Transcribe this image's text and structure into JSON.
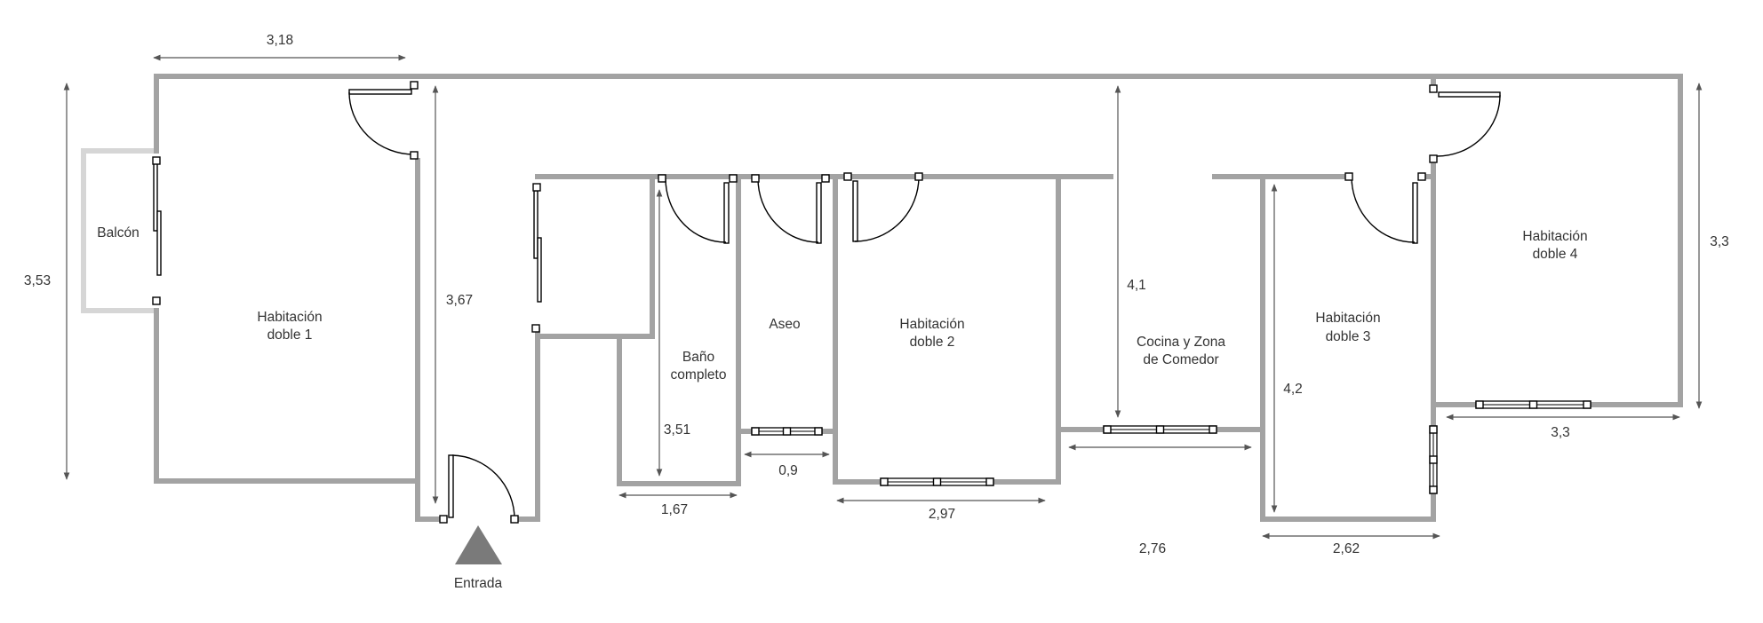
{
  "rooms": {
    "balcon": "Balcón",
    "hab1": [
      "Habitación",
      "doble 1"
    ],
    "bano": [
      "Baño",
      "completo"
    ],
    "aseo": "Aseo",
    "hab2": [
      "Habitación",
      "doble 2"
    ],
    "cocina": [
      "Cocina y Zona",
      "de Comedor"
    ],
    "hab3": [
      "Habitación",
      "doble 3"
    ],
    "hab4": [
      "Habitación",
      "doble 4"
    ]
  },
  "entrance": {
    "label": "Entrada",
    "color": "#7a7a7a"
  },
  "dimensions": {
    "hab1_width": "3,18",
    "hab1_height": "3,53",
    "hall_height": "3,67",
    "bano_height": "3,51",
    "bano_width": "1,67",
    "aseo_width": "0,9",
    "hab2_width": "2,97",
    "cocina_height": "4,1",
    "cocina_width": "2,76",
    "hab3_height": "4,2",
    "hab3_width": "2,62",
    "hab4_height": "3,3",
    "hab4_width": "3,3"
  },
  "colors": {
    "wall": "#a3a3a3",
    "balcony": "#d6d6d6",
    "text": "#333333"
  }
}
